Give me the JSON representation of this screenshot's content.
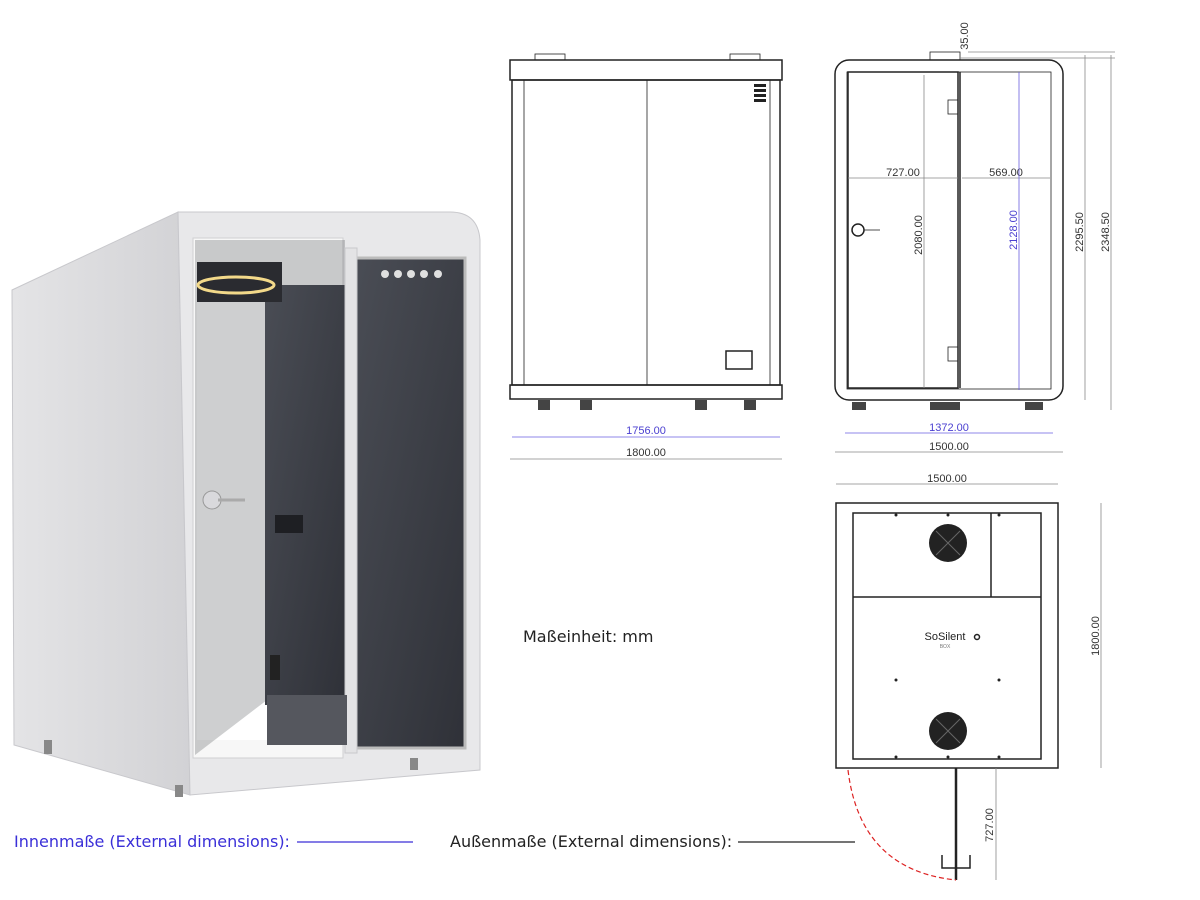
{
  "unit_label": "Maßeinheit: mm",
  "legend": {
    "inner": "Innenmaße (External dimensions):",
    "outer": "Außenmaße (External dimensions):",
    "inner_color": "#3a2fd8",
    "outer_color": "#222222"
  },
  "front_view": {
    "inner_width": "1756.00",
    "outer_width": "1800.00"
  },
  "side_view": {
    "top_offset": "35.00",
    "door_width": "727.00",
    "panel_width": "569.00",
    "door_height": "2080.00",
    "inner_height": "2128.00",
    "body_height": "2295.50",
    "total_height": "2348.50",
    "inner_width": "1372.00",
    "outer_width": "1500.00"
  },
  "top_view": {
    "width": "1500.00",
    "depth": "1800.00",
    "door_swing": "727.00",
    "brand": "SoSilent",
    "brand_sub": "BOX"
  }
}
